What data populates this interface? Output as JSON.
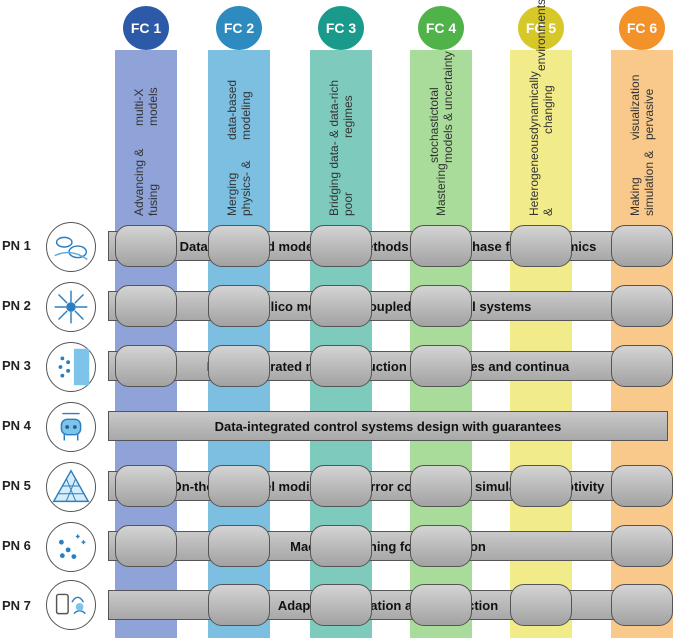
{
  "focus_columns": [
    {
      "badge": "FC 1",
      "lines": [
        "Advancing & fusing",
        "multi-X models"
      ],
      "badge_color": "#2c5aa8",
      "column_color": "#8fa3d8"
    },
    {
      "badge": "FC 2",
      "lines": [
        "Merging physics- &",
        "data-based modeling"
      ],
      "badge_color": "#2e8bbf",
      "column_color": "#7cbfe0"
    },
    {
      "badge": "FC 3",
      "lines": [
        "Bridging data-poor",
        "& data-rich regimes"
      ],
      "badge_color": "#1a9a8a",
      "column_color": "#7ecbbd"
    },
    {
      "badge": "FC 4",
      "lines": [
        "Mastering",
        "stochastic models &",
        "total uncertainty"
      ],
      "badge_color": "#4fb34a",
      "column_color": "#a9dc9a"
    },
    {
      "badge": "FC 5",
      "lines": [
        "Heterogeneous &",
        "dynamically changing",
        "environments"
      ],
      "badge_color": "#d7c82a",
      "column_color": "#f2eb8a"
    },
    {
      "badge": "FC 6",
      "lines": [
        "Making simulation &",
        "visualization pervasive"
      ],
      "badge_color": "#f4922a",
      "column_color": "#f8c98a"
    }
  ],
  "project_networks": [
    {
      "label": "PN 1",
      "title": "Data-integrated models and methods for multiphase fluid dynamics",
      "icon": "fluid-bubbles-icon",
      "pills": [
        0,
        1,
        2,
        3,
        4,
        5
      ]
    },
    {
      "label": "PN 2",
      "title": "In silico models of coupled biological systems",
      "icon": "cell-icon",
      "pills": [
        0,
        1,
        2,
        3,
        5
      ]
    },
    {
      "label": "PN 3",
      "title": "Data-integrated model reduction for particles and continua",
      "icon": "particles-icon",
      "pills": [
        0,
        1,
        2,
        3,
        5
      ]
    },
    {
      "label": "PN 4",
      "title": "Data-integrated control systems design with guarantees",
      "icon": "robot-icon",
      "pills": []
    },
    {
      "label": "PN 5",
      "title": "On-the-fly model modification, error control, and simulation adaptivity",
      "icon": "mesh-icon",
      "pills": [
        0,
        1,
        2,
        3,
        4,
        5
      ]
    },
    {
      "label": "PN 6",
      "title": "Machine learning for simulation",
      "icon": "ml-dots-icon",
      "pills": [
        0,
        1,
        2,
        3,
        5
      ]
    },
    {
      "label": "PN 7",
      "title": "Adaptive simulation and interaction",
      "icon": "devices-icon",
      "pills": [
        1,
        2,
        3,
        4,
        5
      ]
    }
  ]
}
